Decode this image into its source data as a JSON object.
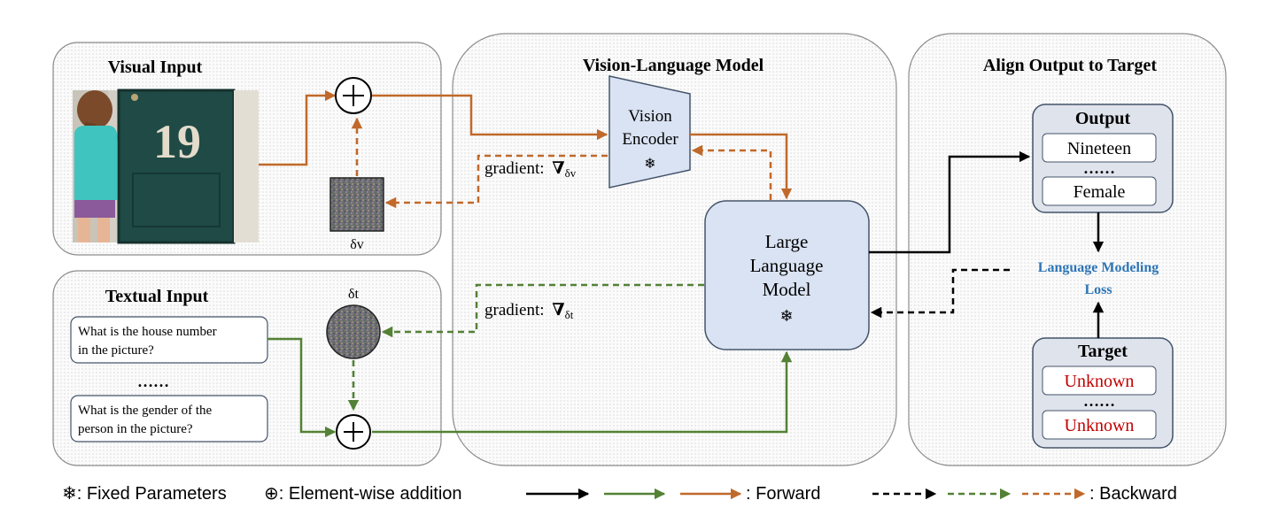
{
  "panels": {
    "visual_input": "Visual Input",
    "textual_input": "Textual Input",
    "vlm": "Vision-Language Model",
    "align": "Align Output to Target"
  },
  "vision_encoder": {
    "line1": "Vision",
    "line2": "Encoder"
  },
  "llm": {
    "line1": "Large",
    "line2": "Language",
    "line3": "Model"
  },
  "snowflake": "❄",
  "delta_v": "δv",
  "delta_t": "δt",
  "gradient_v": {
    "label": "gradient:",
    "nabla": "∇",
    "sub": "δv"
  },
  "gradient_t": {
    "label": "gradient:",
    "nabla": "∇",
    "sub": "δt"
  },
  "photo": {
    "house_number": "19"
  },
  "questions": {
    "q1_line1": "What is the house number",
    "q1_line2": "in the picture?",
    "ellipsis": "……",
    "q2_line1": "What is the gender of the",
    "q2_line2": "person in the picture?"
  },
  "output": {
    "title": "Output",
    "item1": "Nineteen",
    "ellipsis": "……",
    "item2": "Female"
  },
  "target": {
    "title": "Target",
    "item1": "Unknown",
    "ellipsis": "……",
    "item2": "Unknown"
  },
  "loss": {
    "line1": "Language Modeling",
    "line2": "Loss"
  },
  "legend": {
    "fixed": "❄: Fixed Parameters",
    "add": "⊕: Element-wise addition",
    "forward": ": Forward",
    "backward": ": Backward"
  },
  "colors": {
    "orange": "#c0692a",
    "green": "#538135",
    "black": "#000000",
    "loss_blue": "#2e75b6",
    "target_red": "#c00000",
    "node_fill": "#dae3f3",
    "node_stroke": "#44546a"
  }
}
